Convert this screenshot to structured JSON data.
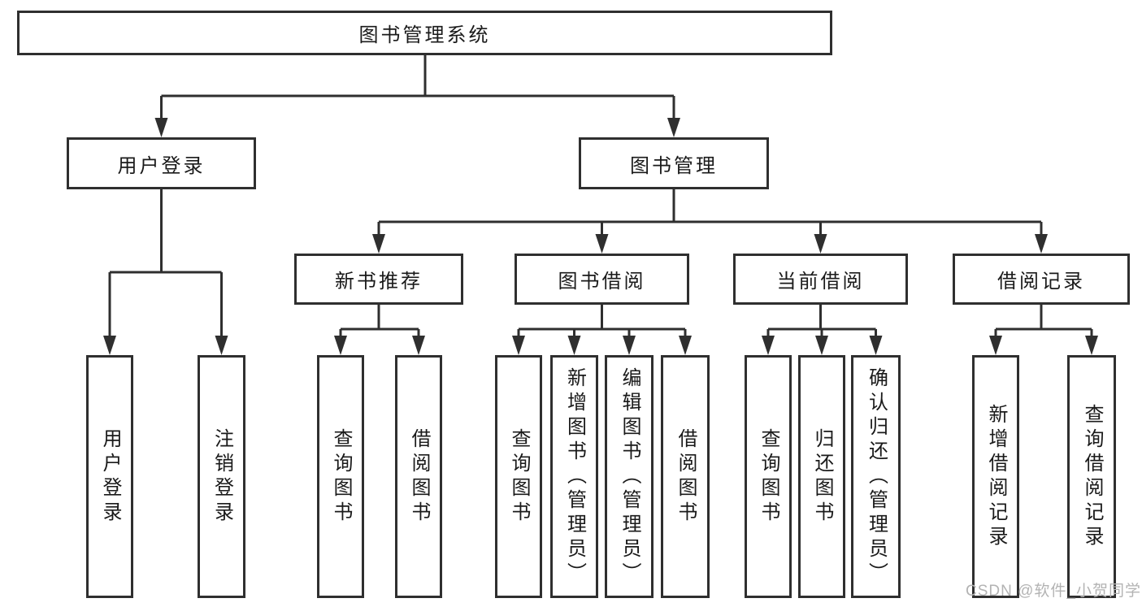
{
  "diagram": {
    "root": "图书管理系统",
    "branches": [
      {
        "label": "用户登录",
        "children": [
          "用户登录",
          "注销登录"
        ]
      },
      {
        "label": "图书管理",
        "groups": [
          {
            "label": "新书推荐",
            "children": [
              "查询图书",
              "借阅图书"
            ]
          },
          {
            "label": "图书借阅",
            "children": [
              "查询图书",
              "新增图书（管理员）",
              "编辑图书（管理员）",
              "借阅图书"
            ]
          },
          {
            "label": "当前借阅",
            "children": [
              "查询图书",
              "归还图书",
              "确认归还（管理员）"
            ]
          },
          {
            "label": "借阅记录",
            "children": [
              "新增借阅记录",
              "查询借阅记录"
            ]
          }
        ]
      }
    ],
    "watermark": "CSDN @软件_小贺同学",
    "colors": {
      "line": "#2f2f2f",
      "text": "#1a1a1a",
      "background": "#ffffff",
      "watermark": "#b3b3b3"
    }
  }
}
